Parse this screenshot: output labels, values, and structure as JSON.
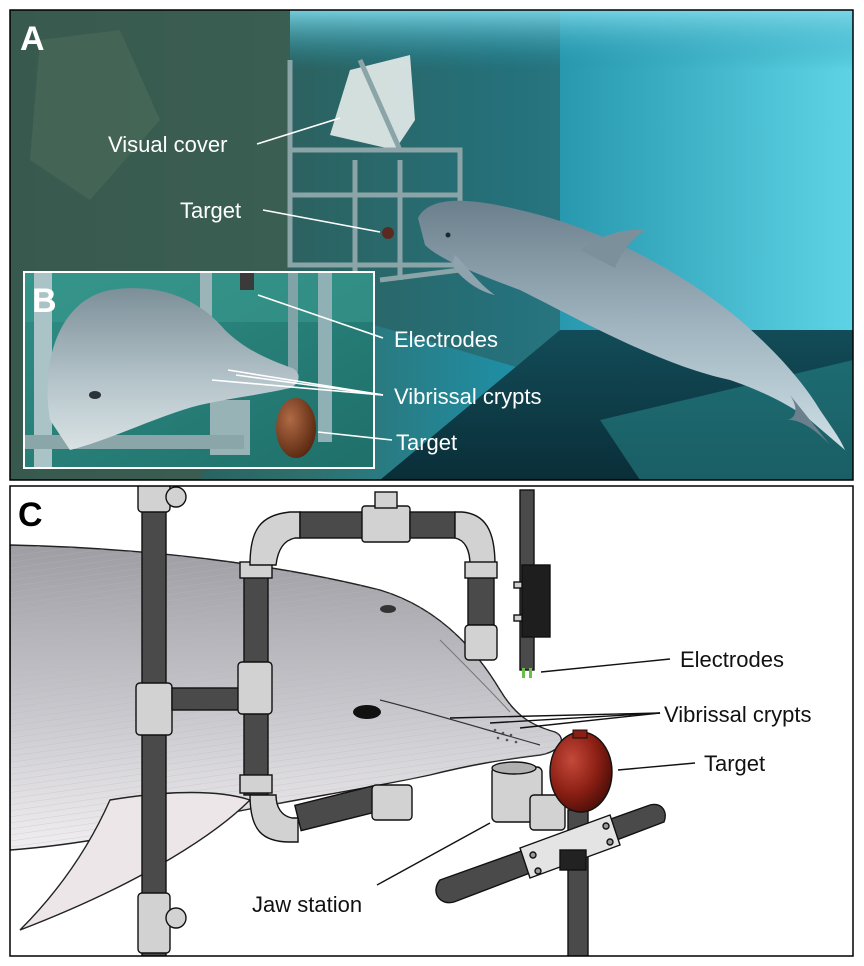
{
  "panels": {
    "a": {
      "label": "A",
      "captions": {
        "visual_cover": "Visual cover",
        "target": "Target",
        "electrodes": "Electrodes",
        "vibrissal_crypts": "Vibrissal crypts",
        "target_b": "Target"
      }
    },
    "b": {
      "label": "B"
    },
    "c": {
      "label": "C",
      "captions": {
        "electrodes": "Electrodes",
        "vibrissal_crypts": "Vibrissal crypts",
        "target": "Target",
        "jaw_station": "Jaw station"
      }
    }
  },
  "colors": {
    "water_light": "#3fb4c9",
    "water_dark": "#0c4a58",
    "pipe_dark": "#4a4a4a",
    "pipe_light": "#d2d2d2",
    "target_red": "#8b1f14",
    "dolphin_gray": "#a8a8ae"
  }
}
